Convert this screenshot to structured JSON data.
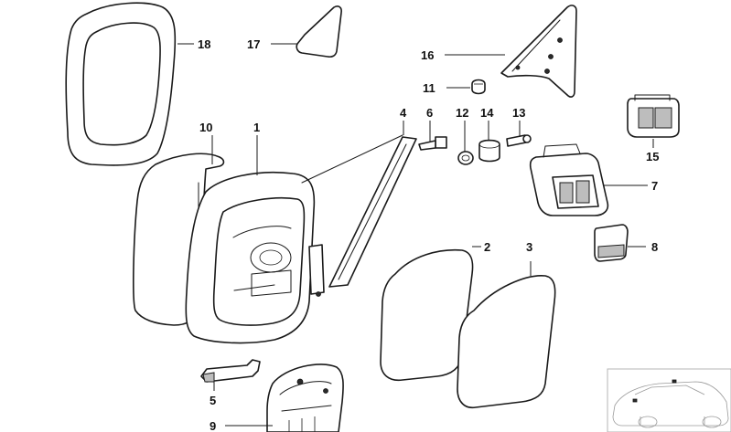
{
  "diagram": {
    "callouts": [
      {
        "id": "c1",
        "label": "1"
      },
      {
        "id": "c2",
        "label": "2"
      },
      {
        "id": "c3",
        "label": "3"
      },
      {
        "id": "c4",
        "label": "4"
      },
      {
        "id": "c5",
        "label": "5"
      },
      {
        "id": "c6",
        "label": "6"
      },
      {
        "id": "c7",
        "label": "7"
      },
      {
        "id": "c8",
        "label": "8"
      },
      {
        "id": "c9",
        "label": "9"
      },
      {
        "id": "c10",
        "label": "10"
      },
      {
        "id": "c11",
        "label": "11"
      },
      {
        "id": "c12",
        "label": "12"
      },
      {
        "id": "c13",
        "label": "13"
      },
      {
        "id": "c14",
        "label": "14"
      },
      {
        "id": "c15",
        "label": "15"
      },
      {
        "id": "c16",
        "label": "16"
      },
      {
        "id": "c17",
        "label": "17"
      },
      {
        "id": "c18",
        "label": "18"
      }
    ],
    "colors": {
      "line": "#1a1a1a",
      "background": "#ffffff",
      "thumbnail_line": "#9a9a9a"
    }
  }
}
